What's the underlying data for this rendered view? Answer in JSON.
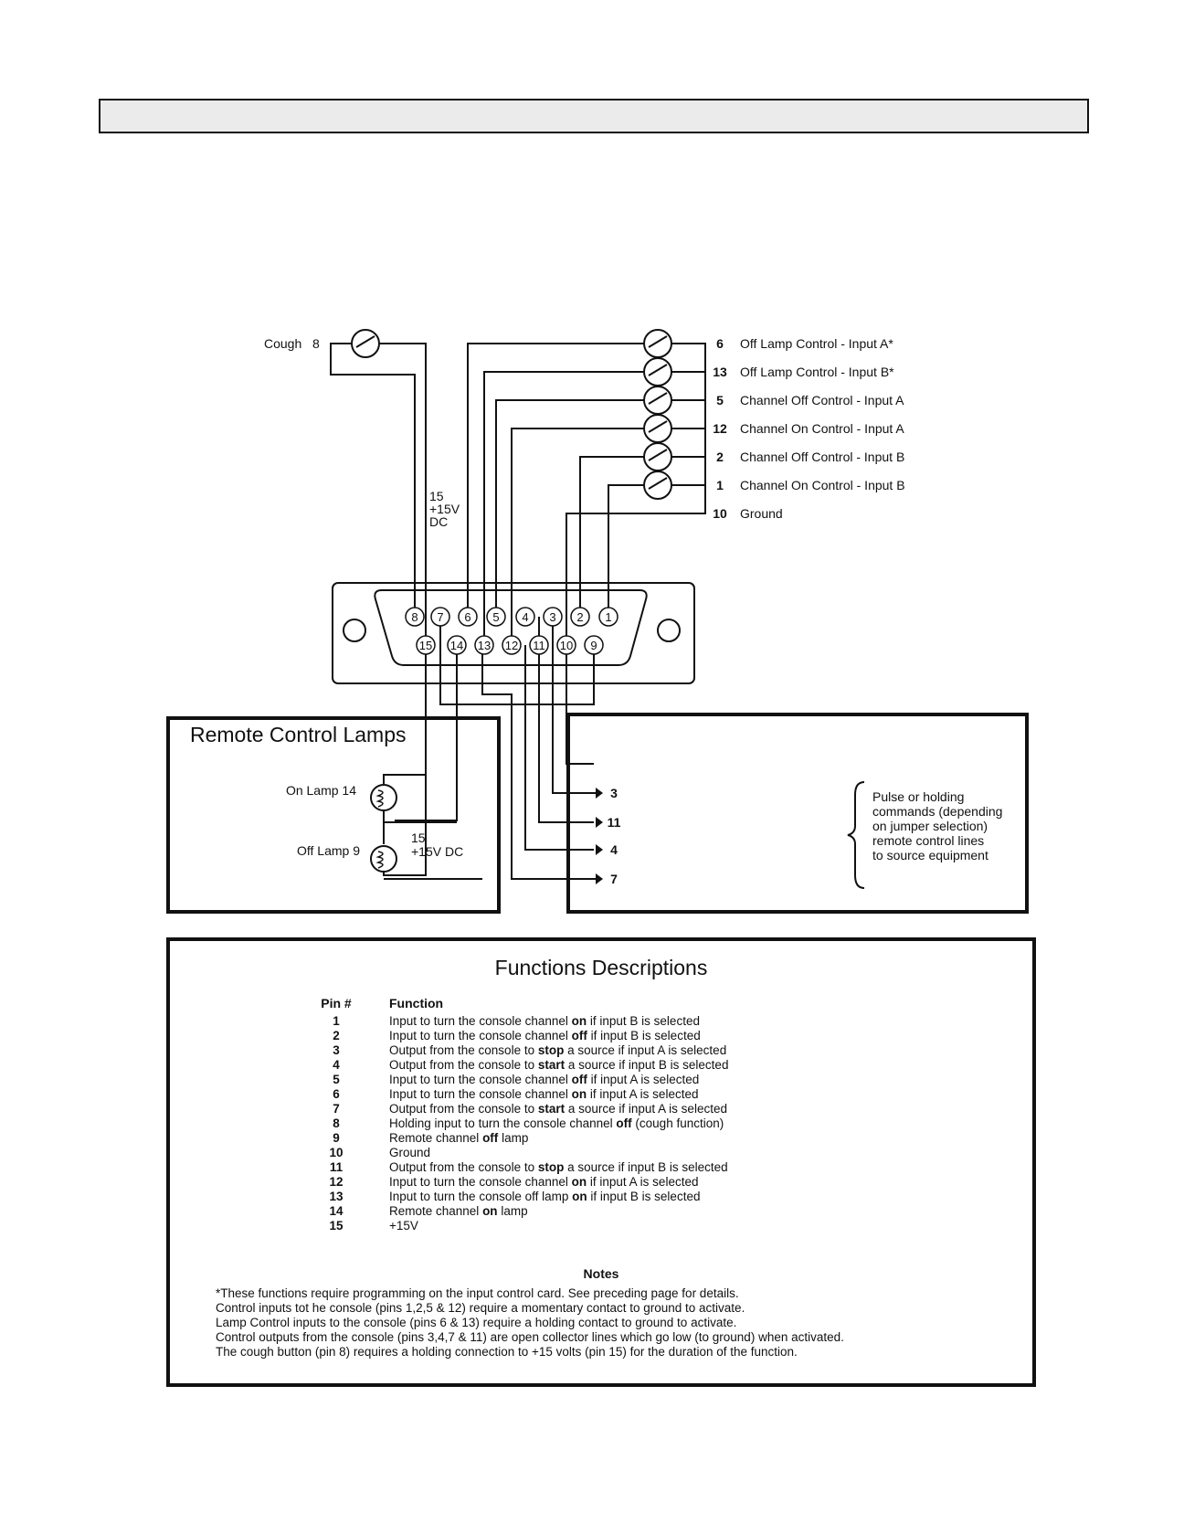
{
  "diagram": {
    "cough": {
      "label": "Cough",
      "pin": "8"
    },
    "power_label": [
      "15",
      "+15V",
      "DC"
    ],
    "right_pins": [
      {
        "pin": "6",
        "label": "Off Lamp Control - Input A*"
      },
      {
        "pin": "13",
        "label": "Off Lamp Control - Input B*"
      },
      {
        "pin": "5",
        "label": "Channel Off Control - Input A"
      },
      {
        "pin": "12",
        "label": "Channel On Control - Input A"
      },
      {
        "pin": "2",
        "label": "Channel Off Control - Input B"
      },
      {
        "pin": "1",
        "label": "Channel On Control - Input B"
      },
      {
        "pin": "10",
        "label": "Ground"
      }
    ],
    "connector_top_row": [
      "8",
      "7",
      "6",
      "5",
      "4",
      "3",
      "2",
      "1"
    ],
    "connector_bottom_row": [
      "15",
      "14",
      "13",
      "12",
      "11",
      "10",
      "9"
    ],
    "lamps_box": {
      "title": "Remote Control Lamps",
      "on_lamp": "On Lamp 14",
      "off_lamp": "Off Lamp 9",
      "power_line1": "15",
      "power_line2": "+15V DC"
    },
    "outputs_box": {
      "pins": [
        "3",
        "11",
        "4",
        "7"
      ],
      "brace_text": [
        "Pulse or holding",
        "commands (depending",
        "on jumper selection)",
        "remote control lines",
        "to source equipment"
      ]
    }
  },
  "functions": {
    "title": "Functions Descriptions",
    "pin_header": "Pin #",
    "function_header": "Function",
    "rows": [
      {
        "pin": "1",
        "pre": "Input to turn the console channel ",
        "bold": "on",
        "post": " if input B is selected"
      },
      {
        "pin": "2",
        "pre": "Input to turn the console channel ",
        "bold": "off",
        "post": " if input B is selected"
      },
      {
        "pin": "3",
        "pre": "Output from the console to ",
        "bold": "stop",
        "post": " a source if input A is selected"
      },
      {
        "pin": "4",
        "pre": "Output from the console to ",
        "bold": "start",
        "post": " a source if input B is selected"
      },
      {
        "pin": "5",
        "pre": "Input to turn the console channel ",
        "bold": "off",
        "post": " if input A is selected"
      },
      {
        "pin": "6",
        "pre": "Input to turn the console channel ",
        "bold": "on",
        "post": " if input A is selected"
      },
      {
        "pin": "7",
        "pre": "Output from the console to ",
        "bold": "start",
        "post": " a source if input A is selected"
      },
      {
        "pin": "8",
        "pre": "Holding input to turn the console channel ",
        "bold": "off",
        "post": " (cough function)"
      },
      {
        "pin": "9",
        "pre": "Remote channel ",
        "bold": "off",
        "post": " lamp"
      },
      {
        "pin": "10",
        "pre": "Ground",
        "bold": "",
        "post": ""
      },
      {
        "pin": "11",
        "pre": "Output from the console to ",
        "bold": "stop",
        "post": " a source if input B is selected"
      },
      {
        "pin": "12",
        "pre": "Input to turn the console channel ",
        "bold": "on",
        "post": " if input A is selected"
      },
      {
        "pin": "13",
        "pre": "Input to turn the console off lamp ",
        "bold": "on",
        "post": " if input B is selected"
      },
      {
        "pin": "14",
        "pre": "Remote channel ",
        "bold": "on",
        "post": " lamp"
      },
      {
        "pin": "15",
        "pre": "+15V",
        "bold": "",
        "post": ""
      }
    ],
    "notes_title": "Notes",
    "notes": [
      "*These functions require programming on the input control card. See preceding page for details.",
      "Control inputs tot he console (pins 1,2,5 & 12) require a momentary contact to ground to activate.",
      "Lamp Control inputs to the console (pins 6 & 13) require a holding contact to ground to activate.",
      "Control outputs from the console (pins 3,4,7 & 11) are open collector lines which go low (to ground) when activated.",
      "The cough button (pin 8) requires a holding connection to +15 volts (pin 15) for the duration of the function."
    ]
  }
}
